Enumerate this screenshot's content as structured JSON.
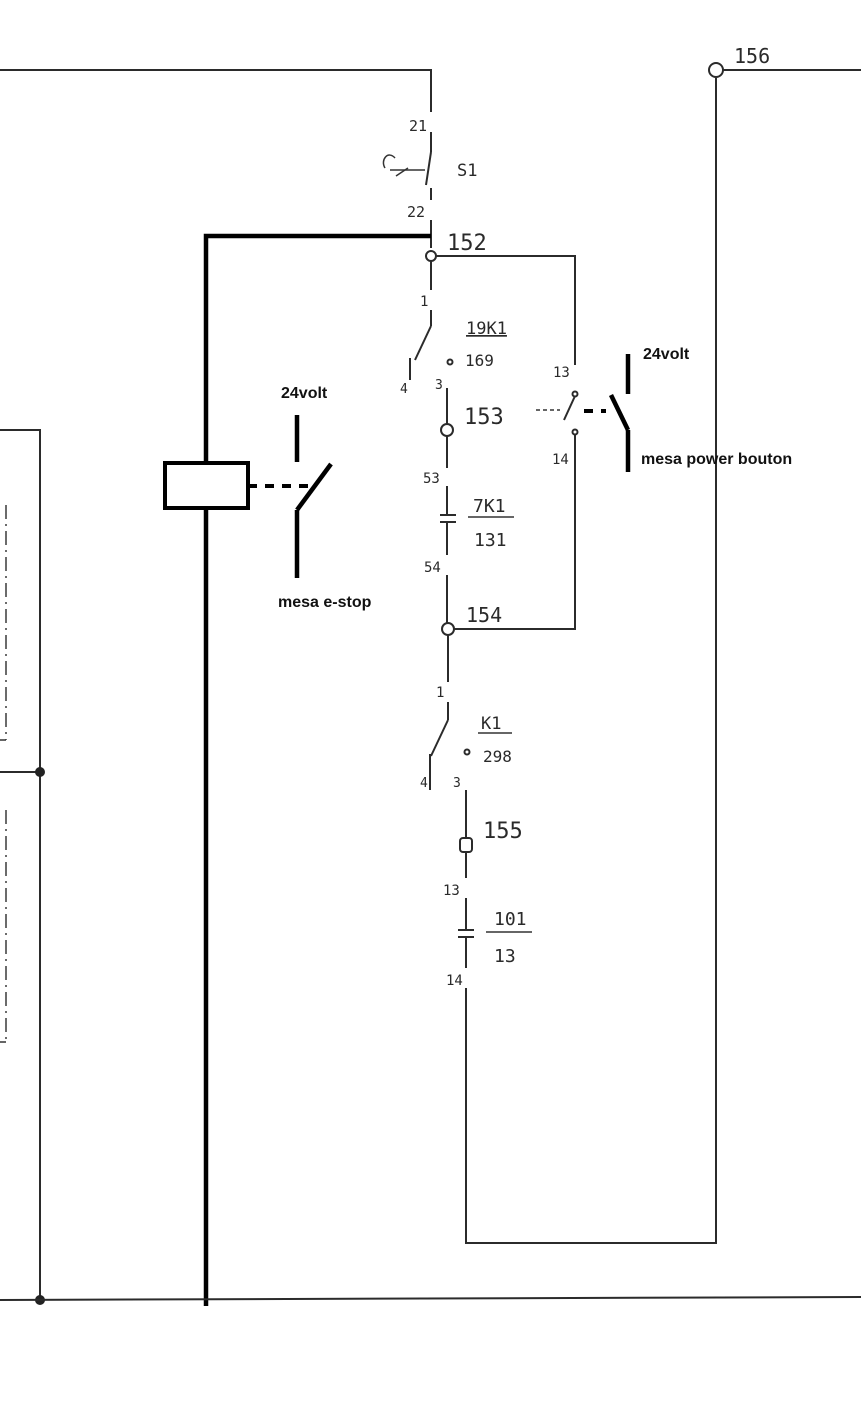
{
  "terminals": {
    "t21": "21",
    "t22": "22",
    "s1": "S1",
    "n152": "152",
    "n153": "153",
    "n154": "154",
    "n155": "155",
    "n156": "156",
    "c1_top": "1",
    "c1_left": "4",
    "c1_right": "3",
    "ref_19k1": "19K1",
    "ref_169": "169",
    "t53": "53",
    "t54": "54",
    "ref_7k1": "7K1",
    "ref_131": "131",
    "c2_top": "1",
    "c2_left": "4",
    "c2_right": "3",
    "ref_k1": "K1",
    "ref_298": "298",
    "t13a": "13",
    "t14a": "14",
    "t13b": "13",
    "t14b": "14",
    "ref_101": "101",
    "ref_13": "13"
  },
  "annotations": {
    "estop_voltage": "24volt",
    "estop_label": "mesa e-stop",
    "power_voltage": "24volt",
    "power_label": "mesa power bouton"
  },
  "colors": {
    "scan_line": "#2b2b2b",
    "annotation": "#000000",
    "background": "#ffffff"
  }
}
